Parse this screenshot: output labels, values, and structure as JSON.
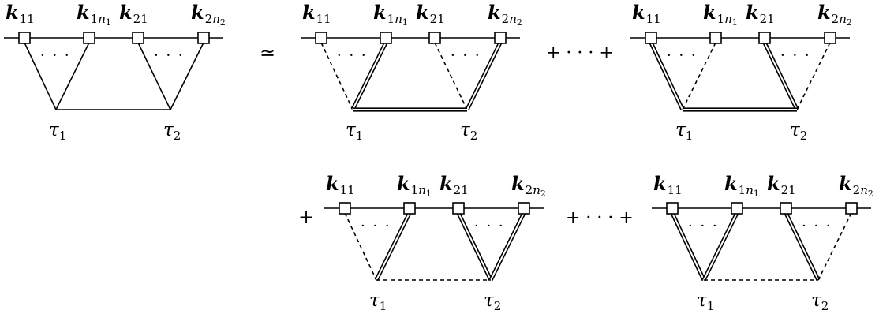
{
  "labels": {
    "k11": {
      "base": "k",
      "sub": "11"
    },
    "k1n1": {
      "base": "k",
      "sub_prefix": "1",
      "sub_var": "n",
      "sub_var_sub": "1"
    },
    "k21": {
      "base": "k",
      "sub": "21"
    },
    "k2n2": {
      "base": "k",
      "sub_prefix": "2",
      "sub_var": "n",
      "sub_var_sub": "2"
    },
    "tau1": {
      "base": "τ",
      "sub": "1"
    },
    "tau2": {
      "base": "τ",
      "sub": "2"
    }
  },
  "ellipsis": "· · ·",
  "operators": {
    "approx": "≃",
    "plus": "+",
    "plus_dots_plus": "+ · · · +"
  },
  "diagrams": [
    {
      "id": "lhs",
      "lines": {
        "l1": "solid",
        "r1": "solid",
        "l2": "solid",
        "r2": "solid",
        "bottom": "solid"
      }
    },
    {
      "id": "rhs-1",
      "lines": {
        "l1": "dashed",
        "r1": "double",
        "l2": "dashed",
        "r2": "double",
        "bottom": "double"
      }
    },
    {
      "id": "rhs-2",
      "lines": {
        "l1": "double",
        "r1": "dashed",
        "l2": "double",
        "r2": "dashed",
        "bottom": "double"
      }
    },
    {
      "id": "rhs-3",
      "lines": {
        "l1": "dashed",
        "r1": "double",
        "l2": "double",
        "r2": "double",
        "bottom": "dashed"
      }
    },
    {
      "id": "rhs-4",
      "lines": {
        "l1": "double",
        "r1": "double",
        "l2": "double",
        "r2": "dashed",
        "bottom": "dashed"
      }
    }
  ]
}
